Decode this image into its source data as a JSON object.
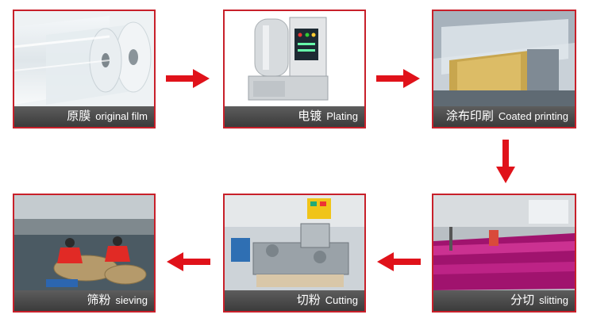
{
  "steps": [
    {
      "cn": "原膜",
      "en": "original film"
    },
    {
      "cn": "电镀",
      "en": "Plating"
    },
    {
      "cn": "涂布印刷",
      "en": "Coated printing"
    },
    {
      "cn": "分切",
      "en": "slitting"
    },
    {
      "cn": "切粉",
      "en": "Cutting"
    },
    {
      "cn": "筛粉",
      "en": "sieving"
    }
  ],
  "colors": {
    "border": "#c8202a",
    "arrow": "#e0121a",
    "caption_bg": "#4a4a4a"
  },
  "icons": [
    "arrow-right-icon",
    "arrow-down-icon",
    "arrow-left-icon"
  ]
}
